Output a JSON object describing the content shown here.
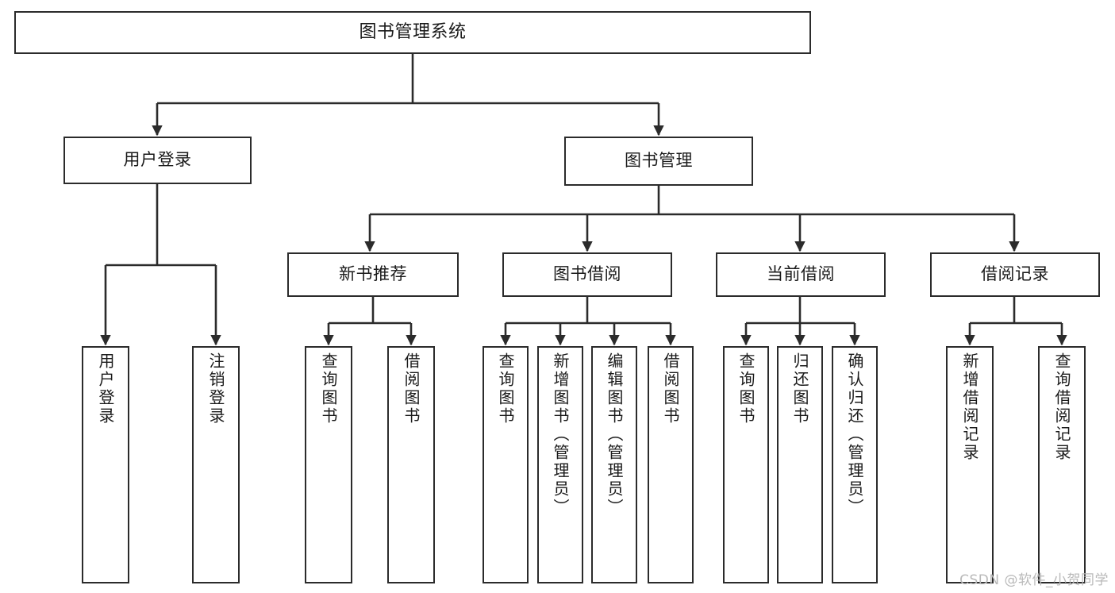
{
  "diagram": {
    "title": "图书管理系统",
    "type": "tree",
    "orientation": "top-down",
    "colors": {
      "node_border": "#2b2b2b",
      "node_fill": "#ffffff",
      "edge": "#2b2b2b",
      "text": "#1a1a1a",
      "background": "#ffffff",
      "watermark": "#b9b9b9"
    }
  },
  "root": {
    "label": "图书管理系统"
  },
  "level1": [
    {
      "label": "用户登录"
    },
    {
      "label": "图书管理"
    }
  ],
  "level2": [
    {
      "label": "新书推荐"
    },
    {
      "label": "图书借阅"
    },
    {
      "label": "当前借阅"
    },
    {
      "label": "借阅记录"
    }
  ],
  "leaves": {
    "user_login": [
      {
        "label": "用户登录"
      },
      {
        "label": "注销登录"
      }
    ],
    "new_book_recommend": [
      {
        "label": "查询图书"
      },
      {
        "label": "借阅图书"
      }
    ],
    "book_borrow": [
      {
        "label": "查询图书"
      },
      {
        "label": "新增图书（管理员）"
      },
      {
        "label": "编辑图书（管理员）"
      },
      {
        "label": "借阅图书"
      }
    ],
    "current_borrow": [
      {
        "label": "查询图书"
      },
      {
        "label": "归还图书"
      },
      {
        "label": "确认归还（管理员）"
      }
    ],
    "borrow_record": [
      {
        "label": "新增借阅记录"
      },
      {
        "label": "查询借阅记录"
      }
    ]
  },
  "watermark": {
    "text": "CSDN @软件_小贺同学"
  }
}
